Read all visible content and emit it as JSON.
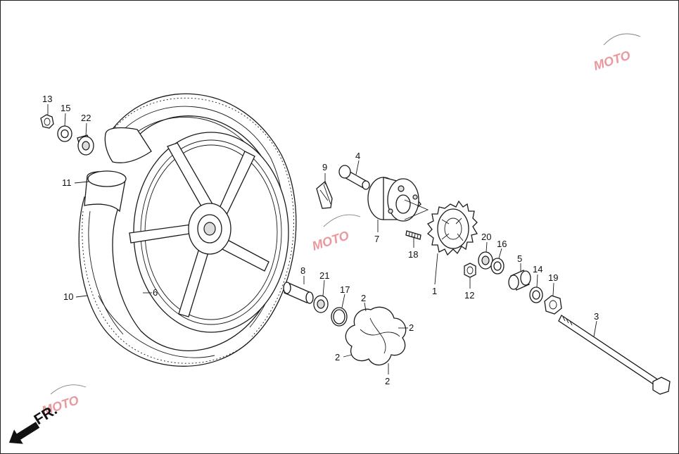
{
  "callouts": [
    {
      "id": "13",
      "label": "13"
    },
    {
      "id": "15",
      "label": "15"
    },
    {
      "id": "22",
      "label": "22"
    },
    {
      "id": "11",
      "label": "11"
    },
    {
      "id": "10",
      "label": "10"
    },
    {
      "id": "6",
      "label": "6"
    },
    {
      "id": "9",
      "label": "9"
    },
    {
      "id": "4",
      "label": "4"
    },
    {
      "id": "7",
      "label": "7"
    },
    {
      "id": "18",
      "label": "18"
    },
    {
      "id": "1",
      "label": "1"
    },
    {
      "id": "20",
      "label": "20"
    },
    {
      "id": "16",
      "label": "16"
    },
    {
      "id": "12",
      "label": "12"
    },
    {
      "id": "5",
      "label": "5"
    },
    {
      "id": "14",
      "label": "14"
    },
    {
      "id": "19",
      "label": "19"
    },
    {
      "id": "3",
      "label": "3"
    },
    {
      "id": "8",
      "label": "8"
    },
    {
      "id": "21",
      "label": "21"
    },
    {
      "id": "17",
      "label": "17"
    },
    {
      "id": "2a",
      "label": "2"
    },
    {
      "id": "2b",
      "label": "2"
    },
    {
      "id": "2c",
      "label": "2"
    },
    {
      "id": "2d",
      "label": "2"
    }
  ],
  "direction": {
    "label": "FR."
  },
  "watermarks": [
    {
      "text": "MOTO"
    },
    {
      "text": "MOTO"
    },
    {
      "text": "MOTO"
    }
  ],
  "colors": {
    "line": "#1a1a1a",
    "watermark_red": "#d9434f",
    "watermark_blue": "#5a6fb8"
  }
}
